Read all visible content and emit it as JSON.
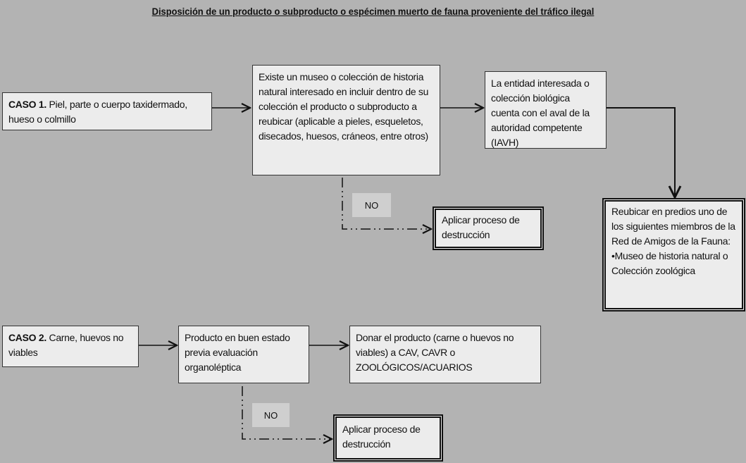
{
  "title": "Disposición de un producto o subproducto o espécimen muerto de fauna proveniente del tráfico ilegal",
  "caso1": {
    "label": "CASO 1.",
    "text": " Piel, parte o cuerpo taxidermado, hueso o colmillo"
  },
  "museo": "Existe un museo o colección de historia natural interesado en incluir dentro de su colección el producto o subproducto a reubicar (aplicable a pieles, esqueletos, disecados, huesos, cráneos, entre otros)",
  "entidad": "La entidad interesada o colección biológica cuenta con el aval de la autoridad competente (IAVH)",
  "reubicar": {
    "text": "Reubicar en predios uno de los siguientes miembros de la Red de Amigos de la Fauna:",
    "bullet": "•Museo de historia natural o Colección zoológica"
  },
  "no1": "NO",
  "destruccion1": "Aplicar proceso de destrucción",
  "caso2": {
    "label": "CASO 2.",
    "text": " Carne, huevos no viables"
  },
  "producto": "Producto en buen estado previa evaluación organoléptica",
  "donar": "Donar el producto (carne o huevos no viables) a CAV, CAVR o ZOOLÓGICOS/ACUARIOS",
  "no2": "NO",
  "destruccion2": "Aplicar proceso de destrucción"
}
